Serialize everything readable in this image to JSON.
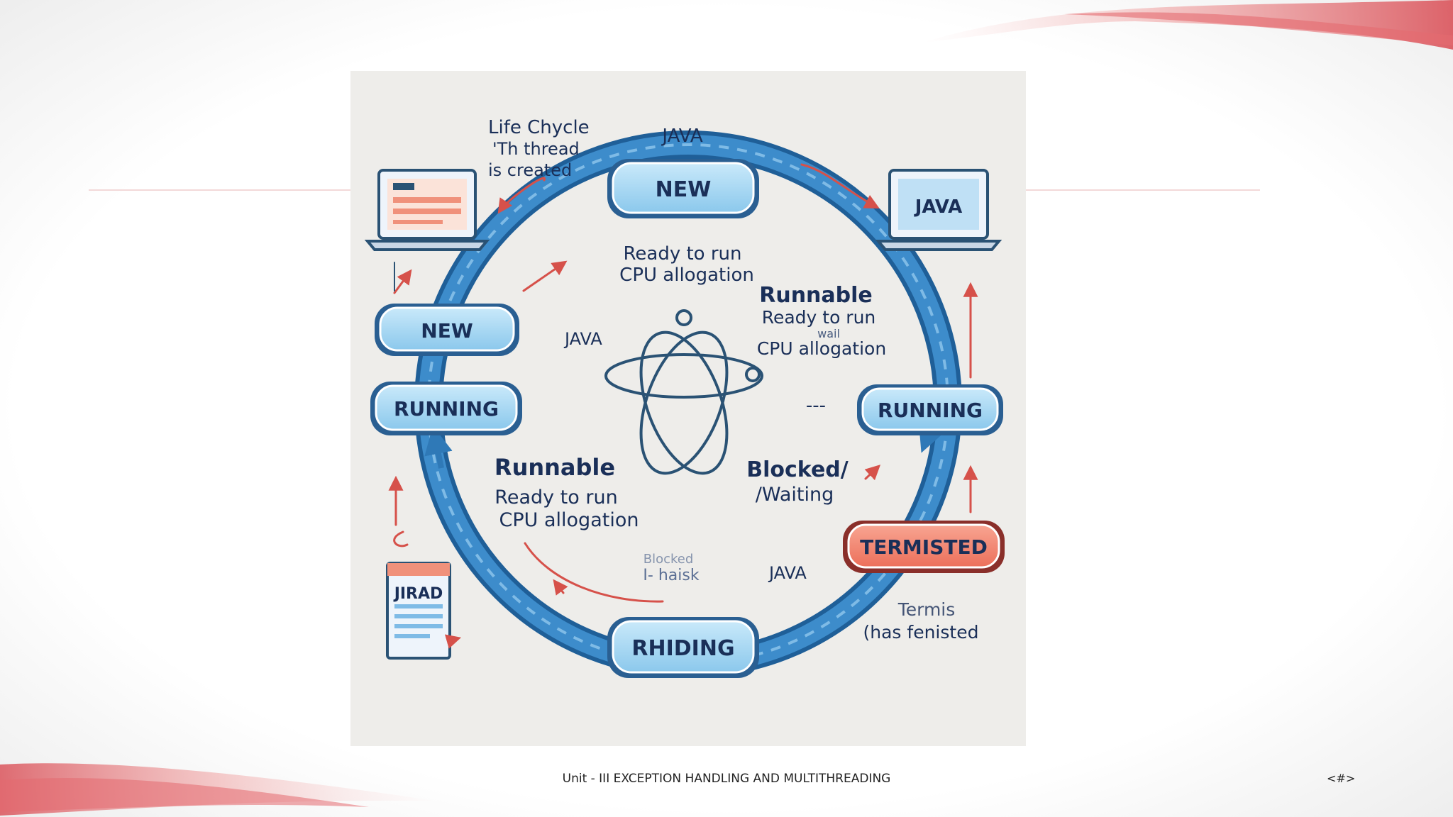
{
  "slide": {
    "footer": "Unit - III EXCEPTION HANDLING AND MULTITHREADING",
    "page_number": "<#>"
  },
  "diagram": {
    "intro": {
      "line1": "Life Chycle",
      "line2": "'Th thread",
      "line3": "is created"
    },
    "java_top": "JAVA",
    "java_left": "JAVA",
    "java_bottom": "JAVA",
    "laptop_right_label": "JAVA",
    "doc_label": "JIRAD",
    "states": {
      "new_top": "NEW",
      "new_left": "NEW",
      "running_left": "RUNNING",
      "running_right": "RUNNING",
      "terminated": "TERMISTED",
      "bottom": "RHIDING"
    },
    "inner_top": {
      "line1": "Ready to run",
      "line2": "CPU allogation"
    },
    "runnable_right": {
      "title": "Runnable",
      "line1": "Ready to run",
      "line2": "wail",
      "line3": "CPU allogation"
    },
    "runnable_left": {
      "title": "Runnable",
      "line1": "Ready to run",
      "line2": "CPU allogation"
    },
    "blocked": {
      "line1": "Blocked/",
      "line2": "/Waiting"
    },
    "blocked_small": {
      "line1": "Blocked",
      "line2": "I- haisk"
    },
    "terminated_note": {
      "line1": "Termis",
      "line2": "(has fenisted"
    },
    "dash_label": "---",
    "colors": {
      "ring": "#2f79b7",
      "pill_fill": "#9fd3f0",
      "pill_stroke": "#2a5f92",
      "terminated_fill": "#f2856f",
      "text_dark": "#1a2f58",
      "arrow_red": "#d6514a"
    }
  }
}
